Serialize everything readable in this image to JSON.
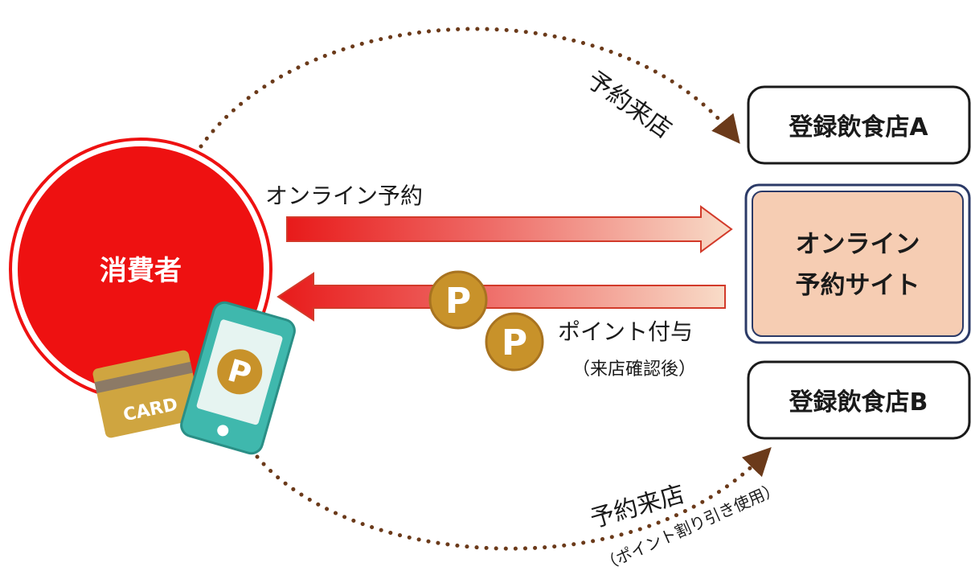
{
  "consumer": {
    "label": "消費者"
  },
  "card": {
    "label": "CARD"
  },
  "phone": {
    "coin_letter": "P"
  },
  "coins": {
    "letter": "P"
  },
  "boxes": {
    "restaurant_a": "登録飲食店A",
    "booking_site": [
      "オンライン",
      "予約サイト"
    ],
    "restaurant_b": "登録飲食店B"
  },
  "flows": {
    "online_booking": "オンライン予約",
    "points_granted": "ポイント付与",
    "points_granted_note": "（来店確認後）",
    "visit_a": "予約来店",
    "visit_b": "予約来店",
    "visit_b_note": "（ポイント割り引き使用）"
  },
  "colors": {
    "consumer_red": "#ee1111",
    "arrow_red": "#e81a1a",
    "arrow_peach": "#f7d2bc",
    "site_fill": "#f6cdb3",
    "site_border": "#2b3a67",
    "coin_gold": "#c8922a",
    "phone_teal": "#3fb8ad",
    "card_gold": "#cfa540",
    "dots_brown": "#6b3a1a"
  }
}
